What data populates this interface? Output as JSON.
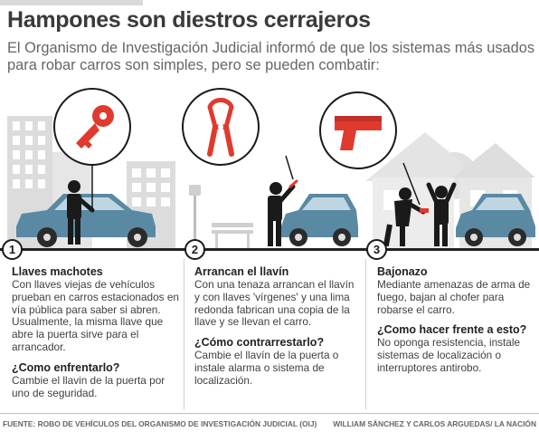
{
  "header": {
    "title": "Hampones son diestros cerrajeros",
    "subtitle": "El Organismo de Investigación Judicial informó de que los sistemas más usados para robar carros son simples, pero se pueden combatir:"
  },
  "colors": {
    "accent_red": "#e03a2f",
    "car_blue": "#5a8aa3",
    "building_grey": "#d8d8d8",
    "text_dark": "#333333"
  },
  "icons": [
    "key-icon",
    "pincers-icon",
    "pistol-icon"
  ],
  "sections": [
    {
      "number": "1",
      "title": "Llaves machotes",
      "body": "Con llaves viejas de vehículos prueban en carros estacionados en vía pública para saber si abren. Usualmente, la misma llave que abre la puerta sirve para el arrancador.",
      "question": "¿Como enfrentarlo?",
      "answer": "Cambie el llavin de la puerta por uno de seguridad."
    },
    {
      "number": "2",
      "title": "Arrancan el llavín",
      "body": "Con una tenaza arrancan el llavín y con llaves 'vírgenes' y una lima redonda fabrican una copia de la llave y se llevan el carro.",
      "question": "¿Cómo contrarrestarlo?",
      "answer": "Cambie el llavín de la puerta o instale alarma o sistema de localización."
    },
    {
      "number": "3",
      "title": "Bajonazo",
      "body": "Mediante amenazas de arma de fuego, bajan al chofer para robarse el carro.",
      "question": "¿Como hacer frente a esto?",
      "answer": "No oponga resistencia, instale sistemas de localización o interruptores antirobo."
    }
  ],
  "footer": {
    "source": "FUENTE: ROBO DE VEHÍCULOS DEL ORGANISMO DE INVESTIGACIÓN JUDICIAL (OIJ)",
    "credit": "WILLIAM SÁNCHEZ Y CARLOS ARGUEDAS/ LA NACIÓN"
  }
}
